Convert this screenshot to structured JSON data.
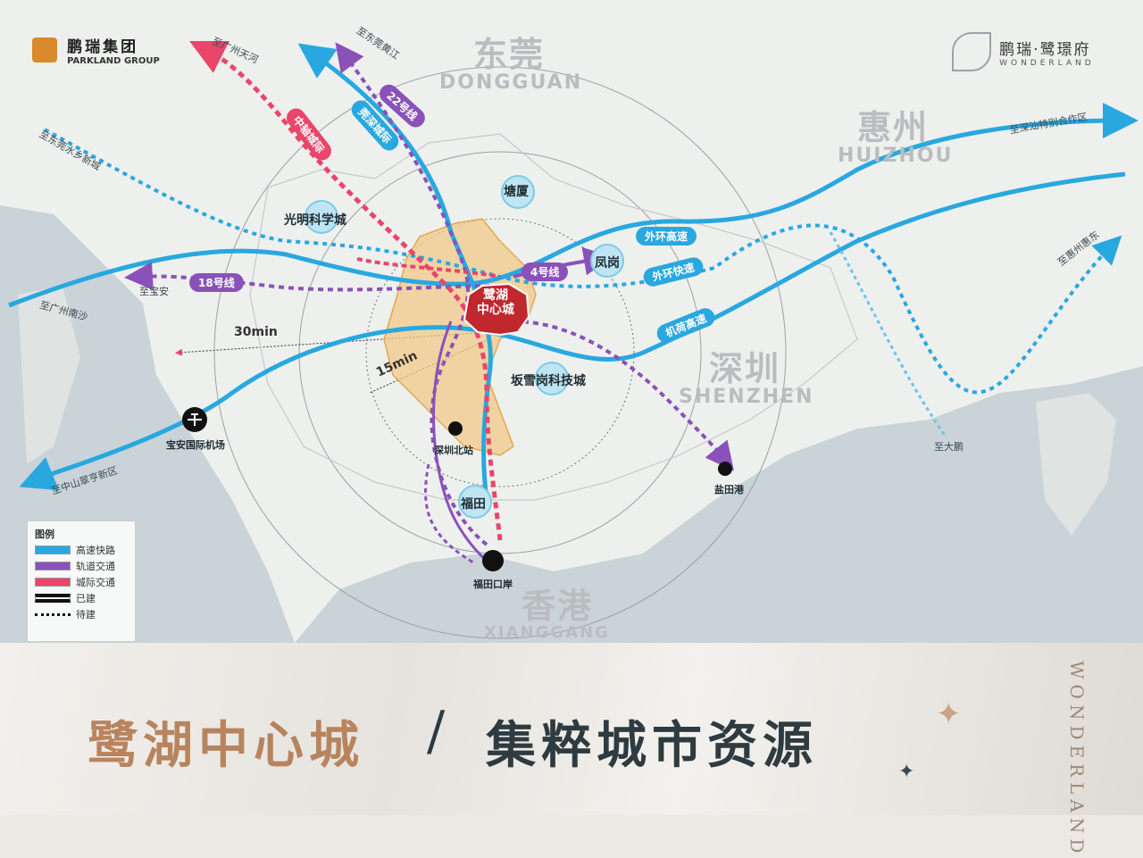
{
  "brand": {
    "company_zh": "鹏瑞集团",
    "company_en": "PARKLAND GROUP",
    "project_zh": "鹏瑞·鹭璟府",
    "project_en": "WONDERLAND"
  },
  "cities": [
    {
      "zh": "东莞",
      "en": "DONGGUAN"
    },
    {
      "zh": "惠州",
      "en": "HUIZHOU"
    },
    {
      "zh": "深圳",
      "en": "SHENZHEN"
    },
    {
      "zh": "香港",
      "en": "XIANGGANG"
    }
  ],
  "center": {
    "line1": "鹭湖",
    "line2": "中心城"
  },
  "places": {
    "guangming": "光明科学城",
    "tangxia": "塘厦",
    "fenggang": "凤岗",
    "bantian": "坂雪岗科技城",
    "futian": "福田",
    "shenzhen_north": "深圳北站",
    "futian_port": "福田口岸",
    "airport": "宝安国际机场",
    "yantian": "盐田港"
  },
  "directions": {
    "to_gz_tianhe": "至广州天河",
    "to_dg_huangjiang": "至东莞黄江",
    "to_dg_shuixiang": "至东莞水乡新城",
    "to_sz_shanwei": "至深汕特别合作区",
    "to_huizhou_east": "至惠州惠东",
    "to_gz_nansha": "至广州南沙",
    "to_baoan": "至宝安",
    "to_zs_cuiheng": "至中山翠亨新区",
    "to_dapeng": "至大鹏"
  },
  "tags": {
    "zhongshen": "中轴城际",
    "line22": "22号线",
    "guanshen": "莞深城际",
    "line18": "18号线",
    "line4": "4号线",
    "waihuan_gaosu": "外环高速",
    "waihuan_kuaisu": "外环快速",
    "jihe": "机荷高速"
  },
  "rings": {
    "inner": "15min",
    "outer": "30min"
  },
  "legend": {
    "title": "图例",
    "items": [
      {
        "label": "高速快路",
        "color": "#29a8e0"
      },
      {
        "label": "轨道交通",
        "color": "#8a52b8"
      },
      {
        "label": "城际交通",
        "color": "#e8466a"
      },
      {
        "label": "已建",
        "style": "solid"
      },
      {
        "label": "待建",
        "style": "dotted"
      }
    ]
  },
  "slogan": {
    "left": "鹭湖中心城",
    "sep": "/",
    "right": "集粹城市资源"
  },
  "watermark": "WONDERLAND",
  "colors": {
    "highway": "#29a8e0",
    "metro": "#8a52b8",
    "intercity": "#e8466a",
    "center": "#c0282e",
    "core_area": "#f1c98a",
    "slogan_gold": "#b8845e",
    "slogan_dark": "#2e3b40"
  }
}
